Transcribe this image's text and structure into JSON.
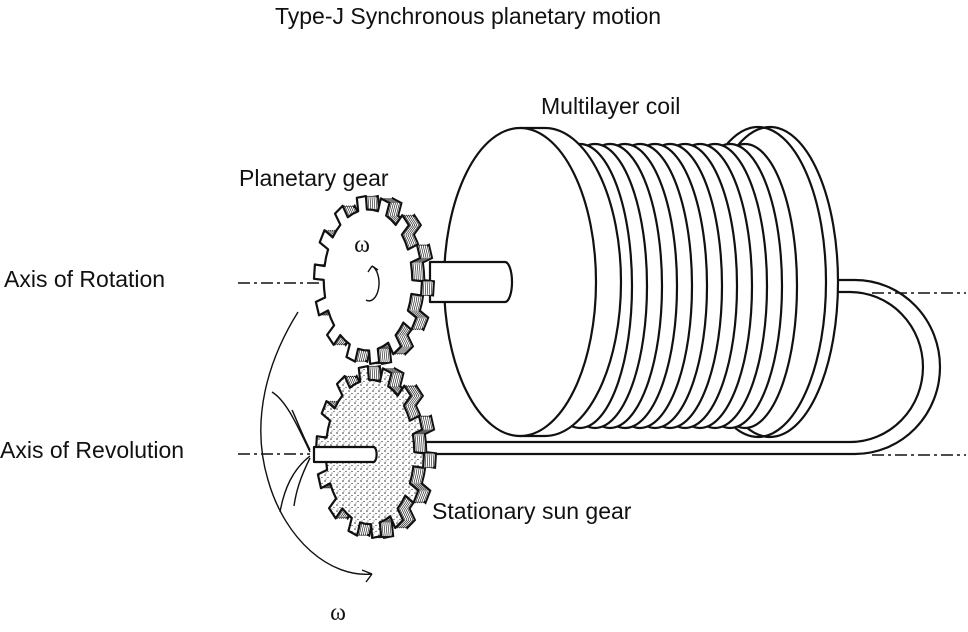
{
  "title": "Type-J Synchronous planetary motion",
  "labels": {
    "multilayer_coil": "Multilayer coil",
    "planetary_gear": "Planetary gear",
    "axis_rotation": "Axis of Rotation",
    "axis_revolution": "Axis of Revolution",
    "sun_gear": "Stationary sun gear",
    "omega_gear": "ω",
    "omega_revolution": "ω"
  },
  "colors": {
    "ink": "#111111",
    "background": "#ffffff"
  }
}
